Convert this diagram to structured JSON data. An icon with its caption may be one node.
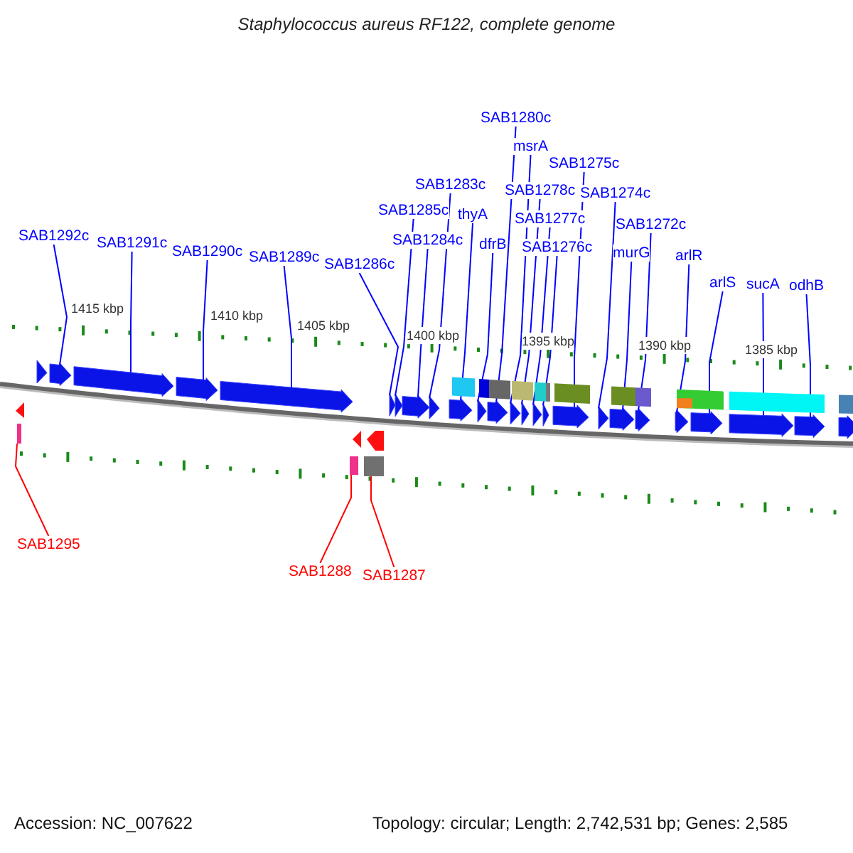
{
  "diagram": {
    "title": "Staphylococcus aureus RF122, complete genome",
    "nodes": [
      {
        "text": [
          "SAB1292c"
        ]
      },
      {
        "text": [
          "SAB1291c"
        ]
      },
      {
        "text": [
          "SAB1290c"
        ]
      },
      {
        "text": [
          "SAB1289c"
        ]
      },
      {
        "text": [
          "SAB1286c"
        ]
      },
      {
        "text": [
          "SAB1285c"
        ]
      },
      {
        "text": [
          "SAB1284c"
        ]
      },
      {
        "text": [
          "SAB1283c"
        ]
      },
      {
        "text": [
          "thyA"
        ]
      },
      {
        "text": [
          "dfrB"
        ]
      },
      {
        "text": [
          "SAB1280c"
        ]
      },
      {
        "text": [
          "msrA"
        ]
      },
      {
        "text": [
          "SAB1278c"
        ]
      },
      {
        "text": [
          "SAB1277c"
        ]
      },
      {
        "text": [
          "SAB1276c"
        ]
      },
      {
        "text": [
          "SAB1275c"
        ]
      },
      {
        "text": [
          "SAB1274c"
        ]
      },
      {
        "text": [
          "murG"
        ]
      },
      {
        "text": [
          "SAB1272c"
        ]
      },
      {
        "text": [
          "arlR"
        ]
      },
      {
        "text": [
          "arlS"
        ]
      },
      {
        "text": [
          "sucA"
        ]
      },
      {
        "text": [
          "odhB"
        ]
      },
      {
        "text": [
          "SAB1295"
        ]
      },
      {
        "text": [
          "SAB1288"
        ]
      },
      {
        "text": [
          "SAB1287"
        ]
      },
      {
        "text": [],
        "shape": "block"
      },
      {
        "text": [],
        "shape": "block"
      },
      {
        "text": [],
        "shape": "block"
      },
      {
        "text": [],
        "shape": "block"
      },
      {
        "text": [],
        "shape": "block"
      },
      {
        "text": [],
        "shape": "block"
      },
      {
        "text": [],
        "shape": "block"
      },
      {
        "text": [],
        "shape": "block"
      },
      {
        "text": [],
        "shape": "block"
      },
      {
        "text": [],
        "shape": "block"
      },
      {
        "text": [],
        "shape": "block"
      },
      {
        "text": [],
        "shape": "block"
      },
      {
        "text": [],
        "shape": "block"
      },
      {
        "text": [],
        "shape": "block"
      },
      {
        "text": [],
        "shape": "block"
      },
      {
        "text": [],
        "shape": "block"
      },
      {
        "text": [],
        "shape": "block"
      },
      {
        "text": [],
        "shape": "block"
      },
      {
        "text": [],
        "shape": "block"
      },
      {
        "text": [],
        "shape": "block"
      },
      {
        "text": [],
        "shape": "block"
      },
      {
        "text": [],
        "shape": "block"
      },
      {
        "text": [],
        "shape": "block"
      },
      {
        "text": [],
        "shape": "block"
      },
      {
        "text": [],
        "shape": "block"
      },
      {
        "text": [],
        "shape": "block"
      },
      {
        "text": [],
        "shape": "block"
      },
      {
        "text": [],
        "shape": "block"
      },
      {
        "text": [],
        "shape": "box"
      },
      {
        "text": [],
        "shape": "box"
      },
      {
        "text": [],
        "shape": "box"
      }
    ],
    "edges": [
      {
        "from": 0,
        "to": 27,
        "arrow": "none"
      },
      {
        "from": 1,
        "to": 28,
        "arrow": "none"
      },
      {
        "from": 2,
        "to": 29,
        "arrow": "none"
      },
      {
        "from": 3,
        "to": 30,
        "arrow": "none"
      },
      {
        "from": 4,
        "to": 31,
        "arrow": "none"
      },
      {
        "from": 5,
        "to": 32,
        "arrow": "none"
      },
      {
        "from": 6,
        "to": 33,
        "arrow": "none"
      },
      {
        "from": 7,
        "to": 34,
        "arrow": "none"
      },
      {
        "from": 8,
        "to": 35,
        "arrow": "none"
      },
      {
        "from": 9,
        "to": 36,
        "arrow": "none"
      },
      {
        "from": 10,
        "to": 37,
        "arrow": "none"
      },
      {
        "from": 11,
        "to": 38,
        "arrow": "none"
      },
      {
        "from": 12,
        "to": 39,
        "arrow": "none"
      },
      {
        "from": 13,
        "to": 40,
        "arrow": "none"
      },
      {
        "from": 14,
        "to": 41,
        "arrow": "none"
      },
      {
        "from": 15,
        "to": 42,
        "arrow": "none"
      },
      {
        "from": 16,
        "to": 43,
        "arrow": "none"
      },
      {
        "from": 17,
        "to": 44,
        "arrow": "none"
      },
      {
        "from": 18,
        "to": 45,
        "arrow": "none"
      },
      {
        "from": 19,
        "to": 46,
        "arrow": "none"
      },
      {
        "from": 20,
        "to": 47,
        "arrow": "none"
      },
      {
        "from": 21,
        "to": 48,
        "arrow": "none"
      },
      {
        "from": 22,
        "to": 49,
        "arrow": "none"
      },
      {
        "from": 23,
        "to": 54,
        "arrow": "none",
        "color": "#ff0000"
      },
      {
        "from": 24,
        "to": 55,
        "arrow": "none",
        "color": "#ff0000"
      },
      {
        "from": 25,
        "to": 56,
        "arrow": "none",
        "color": "#ff0000"
      }
    ],
    "labels": [
      "1415 kbp",
      "1410 kbp",
      "1405 kbp",
      "1400 kbp",
      "1395 kbp",
      "1390 kbp",
      "1385 kbp",
      "Accession: NC_007622",
      "Topology: circular; Length: 2,742,531 bp; Genes: 2,585"
    ]
  }
}
